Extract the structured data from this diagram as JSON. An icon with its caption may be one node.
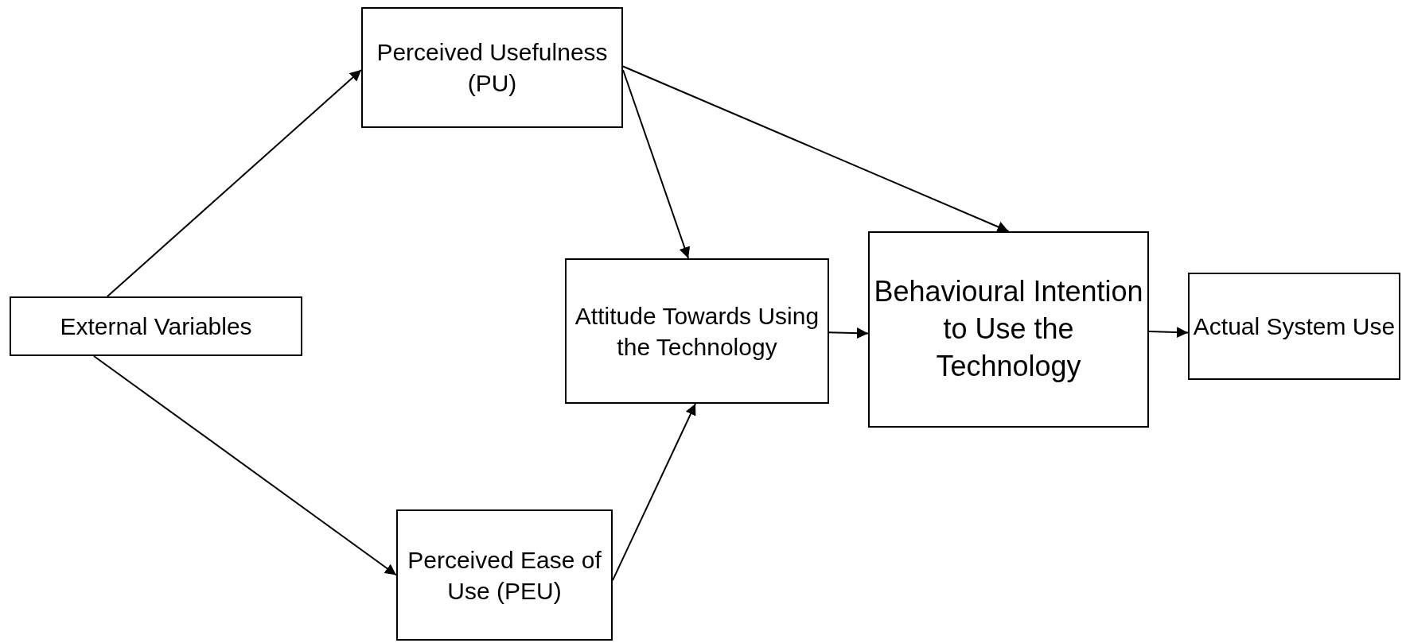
{
  "diagram": {
    "nodes": [
      {
        "text": [
          "External Variables"
        ]
      },
      {
        "text": [
          "Perceived Usefulness (PU)"
        ]
      },
      {
        "text": [
          "Perceived Ease of Use (PEU)"
        ]
      },
      {
        "text": [
          "Attitude Towards Using the Technology"
        ]
      },
      {
        "text": [
          "Behavioural Intention to Use the Technology"
        ]
      },
      {
        "text": [
          "Actual System Use"
        ]
      }
    ],
    "edges": [
      {
        "from": 0,
        "to": 1,
        "arrow": "to"
      },
      {
        "from": 0,
        "to": 2,
        "arrow": "to"
      },
      {
        "from": 1,
        "to": 3,
        "arrow": "to"
      },
      {
        "from": 1,
        "to": 4,
        "arrow": "to"
      },
      {
        "from": 2,
        "to": 3,
        "arrow": "to"
      },
      {
        "from": 3,
        "to": 4,
        "arrow": "to"
      },
      {
        "from": 4,
        "to": 5,
        "arrow": "to"
      }
    ]
  }
}
